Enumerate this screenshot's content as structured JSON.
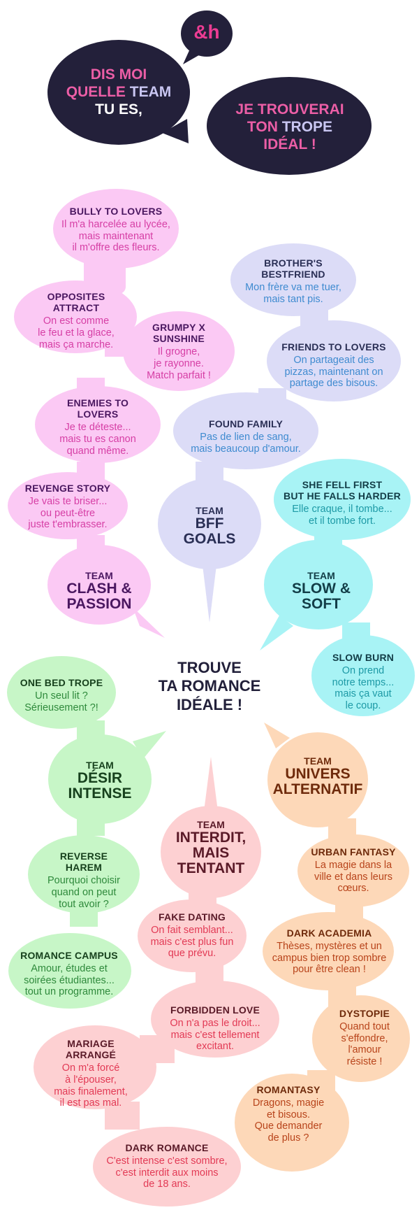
{
  "colors": {
    "header_bg": "#23203a",
    "logo_pink": "#ec3c93",
    "header_pink": "#ec5ea6",
    "header_lavender": "#c9c6f2",
    "header_white": "#ffffff",
    "clash_bubble": "#fbc9f4",
    "bff_bubble": "#dcdcf7",
    "slow_bubble": "#a8f3f5",
    "desire_bubble": "#c7f6c7",
    "forbidden_bubble": "#fdd0d2",
    "alt_bubble": "#fdd8b8",
    "center_text": "#22203a"
  },
  "logo": {
    "text": "&h"
  },
  "header": {
    "left_line1": "DIS MOI",
    "left_line2_a": "QUELLE",
    "left_line2_b": "TEAM",
    "left_line3": "TU ES,",
    "right_line1": "JE TROUVERAI",
    "right_line2_a": "TON",
    "right_line2_b": "TROPE",
    "right_line3": "IDÉAL !"
  },
  "center": {
    "line1": "TROUVE",
    "line2": "TA ROMANCE",
    "line3": "IDÉALE !"
  },
  "teams": {
    "clash": {
      "label": "TEAM",
      "name1": "CLASH &",
      "name2": "PASSION",
      "tropes": [
        {
          "title": [
            "BULLY TO LOVERS"
          ],
          "desc": [
            "Il m'a harcelée au lycée,",
            "mais maintenant",
            "il m'offre des fleurs."
          ]
        },
        {
          "title": [
            "OPPOSITES",
            "ATTRACT"
          ],
          "desc": [
            "On est comme",
            "le feu et la glace,",
            "mais ça marche."
          ]
        },
        {
          "title": [
            "GRUMPY X",
            "SUNSHINE"
          ],
          "desc": [
            "Il grogne,",
            "je rayonne.",
            "Match parfait !"
          ]
        },
        {
          "title": [
            "ENEMIES TO",
            "LOVERS"
          ],
          "desc": [
            "Je te déteste...",
            "mais tu es canon",
            "quand même."
          ]
        },
        {
          "title": [
            "REVENGE STORY"
          ],
          "desc": [
            "Je vais te briser...",
            "ou peut-être",
            "juste t'embrasser."
          ]
        }
      ]
    },
    "bff": {
      "label": "TEAM",
      "name1": "BFF",
      "name2": "GOALS",
      "tropes": [
        {
          "title": [
            "BROTHER'S",
            "BESTFRIEND"
          ],
          "desc": [
            "Mon frère va me tuer,",
            "mais tant pis."
          ]
        },
        {
          "title": [
            "FRIENDS TO LOVERS"
          ],
          "desc": [
            "On partageait des",
            "pizzas, maintenant on",
            "partage des bisous."
          ]
        },
        {
          "title": [
            "FOUND FAMILY"
          ],
          "desc": [
            "Pas de lien de sang,",
            "mais beaucoup d'amour."
          ]
        }
      ]
    },
    "slow": {
      "label": "TEAM",
      "name1": "SLOW &",
      "name2": "SOFT",
      "tropes": [
        {
          "title": [
            "SHE FELL FIRST",
            "BUT HE FALLS HARDER"
          ],
          "desc": [
            "Elle craque, il tombe...",
            "et il tombe fort."
          ]
        },
        {
          "title": [
            "SLOW BURN"
          ],
          "desc": [
            "On prend",
            "notre temps...",
            "mais ça vaut",
            "le coup."
          ]
        }
      ]
    },
    "desire": {
      "label": "TEAM",
      "name1": "DÉSIR",
      "name2": "INTENSE",
      "tropes": [
        {
          "title": [
            "ONE BED TROPE"
          ],
          "desc": [
            "Un seul lit ?",
            "Sérieusement ?!"
          ]
        },
        {
          "title": [
            "REVERSE",
            "HAREM"
          ],
          "desc": [
            "Pourquoi choisir",
            "quand on peut",
            "tout avoir ?"
          ]
        },
        {
          "title": [
            "ROMANCE CAMPUS"
          ],
          "desc": [
            "Amour, études et",
            "soirées étudiantes...",
            "tout un programme."
          ]
        }
      ]
    },
    "forbidden": {
      "label": "TEAM",
      "name1": "INTERDIT,",
      "name2": "MAIS",
      "name3": "TENTANT",
      "tropes": [
        {
          "title": [
            "FAKE DATING"
          ],
          "desc": [
            "On fait semblant...",
            "mais c'est plus fun",
            "que prévu."
          ]
        },
        {
          "title": [
            "FORBIDDEN LOVE"
          ],
          "desc": [
            "On n'a pas le droit...",
            "mais c'est tellement",
            "excitant."
          ]
        },
        {
          "title": [
            "MARIAGE",
            "ARRANGÉ"
          ],
          "desc": [
            "On m'a forcé",
            "à l'épouser,",
            "mais finalement,",
            "il est pas mal."
          ]
        },
        {
          "title": [
            "DARK ROMANCE"
          ],
          "desc": [
            "C'est intense c'est sombre,",
            "c'est interdit aux moins",
            "de 18 ans."
          ]
        }
      ]
    },
    "alt": {
      "label": "TEAM",
      "name1": "UNIVERS",
      "name2": "ALTERNATIF",
      "tropes": [
        {
          "title": [
            "URBAN FANTASY"
          ],
          "desc": [
            "La magie dans la",
            "ville et dans leurs",
            "cœurs."
          ]
        },
        {
          "title": [
            "DARK ACADEMIA"
          ],
          "desc": [
            "Thèses, mystères et un",
            "campus bien trop sombre",
            "pour être clean !"
          ]
        },
        {
          "title": [
            "DYSTOPIE"
          ],
          "desc": [
            "Quand tout",
            "s'effondre,",
            "l'amour",
            "résiste !"
          ]
        },
        {
          "title": [
            "ROMANTASY"
          ],
          "desc": [
            "Dragons, magie",
            "et bisous.",
            "Que demander",
            "de plus ?"
          ]
        }
      ]
    }
  }
}
